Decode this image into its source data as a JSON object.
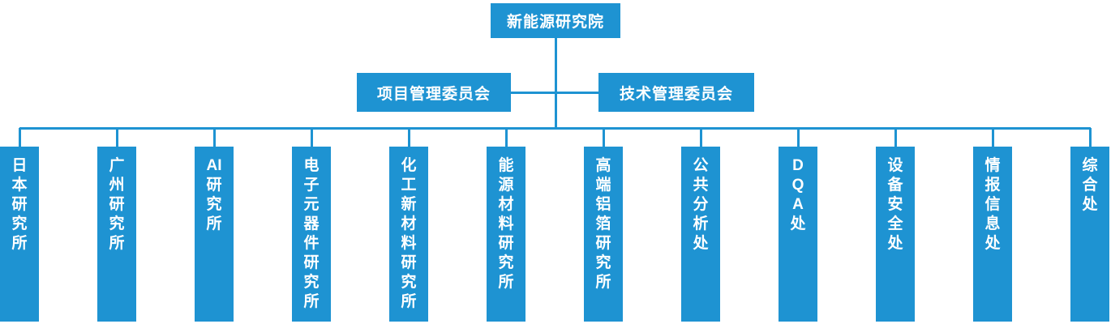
{
  "org_chart": {
    "accent_color": "#1E93D2",
    "text_color": "#FFFFFF",
    "root": {
      "label": "新能源研究院"
    },
    "committees": [
      {
        "label": "项目管理委员会"
      },
      {
        "label": "技术管理委员会"
      }
    ],
    "departments": [
      {
        "label": "日本研究所",
        "lines": [
          "日",
          "本",
          "研",
          "究",
          "所"
        ]
      },
      {
        "label": "广州研究所",
        "lines": [
          "广",
          "州",
          "研",
          "究",
          "所"
        ]
      },
      {
        "label": "AI研究所",
        "lines": [
          "AI",
          "研",
          "究",
          "所"
        ]
      },
      {
        "label": "电子元器件研究所",
        "lines": [
          "电",
          "子",
          "元",
          "器",
          "件",
          "研",
          "究",
          "所"
        ]
      },
      {
        "label": "化工新材料研究所",
        "lines": [
          "化",
          "工",
          "新",
          "材",
          "料",
          "研",
          "究",
          "所"
        ]
      },
      {
        "label": "能源材料研究所",
        "lines": [
          "能",
          "源",
          "材",
          "料",
          "研",
          "究",
          "所"
        ]
      },
      {
        "label": "高端铝箔研究所",
        "lines": [
          "高",
          "端",
          "铝",
          "箔",
          "研",
          "究",
          "所"
        ]
      },
      {
        "label": "公共分析处",
        "lines": [
          "公",
          "共",
          "分",
          "析",
          "处"
        ]
      },
      {
        "label": "DQA处",
        "lines": [
          "D",
          "Q",
          "A",
          "处"
        ]
      },
      {
        "label": "设备安全处",
        "lines": [
          "设",
          "备",
          "安",
          "全",
          "处"
        ]
      },
      {
        "label": "情报信息处",
        "lines": [
          "情",
          "报",
          "信",
          "息",
          "处"
        ]
      },
      {
        "label": "综合处",
        "lines": [
          "综",
          "合",
          "处"
        ]
      }
    ]
  }
}
